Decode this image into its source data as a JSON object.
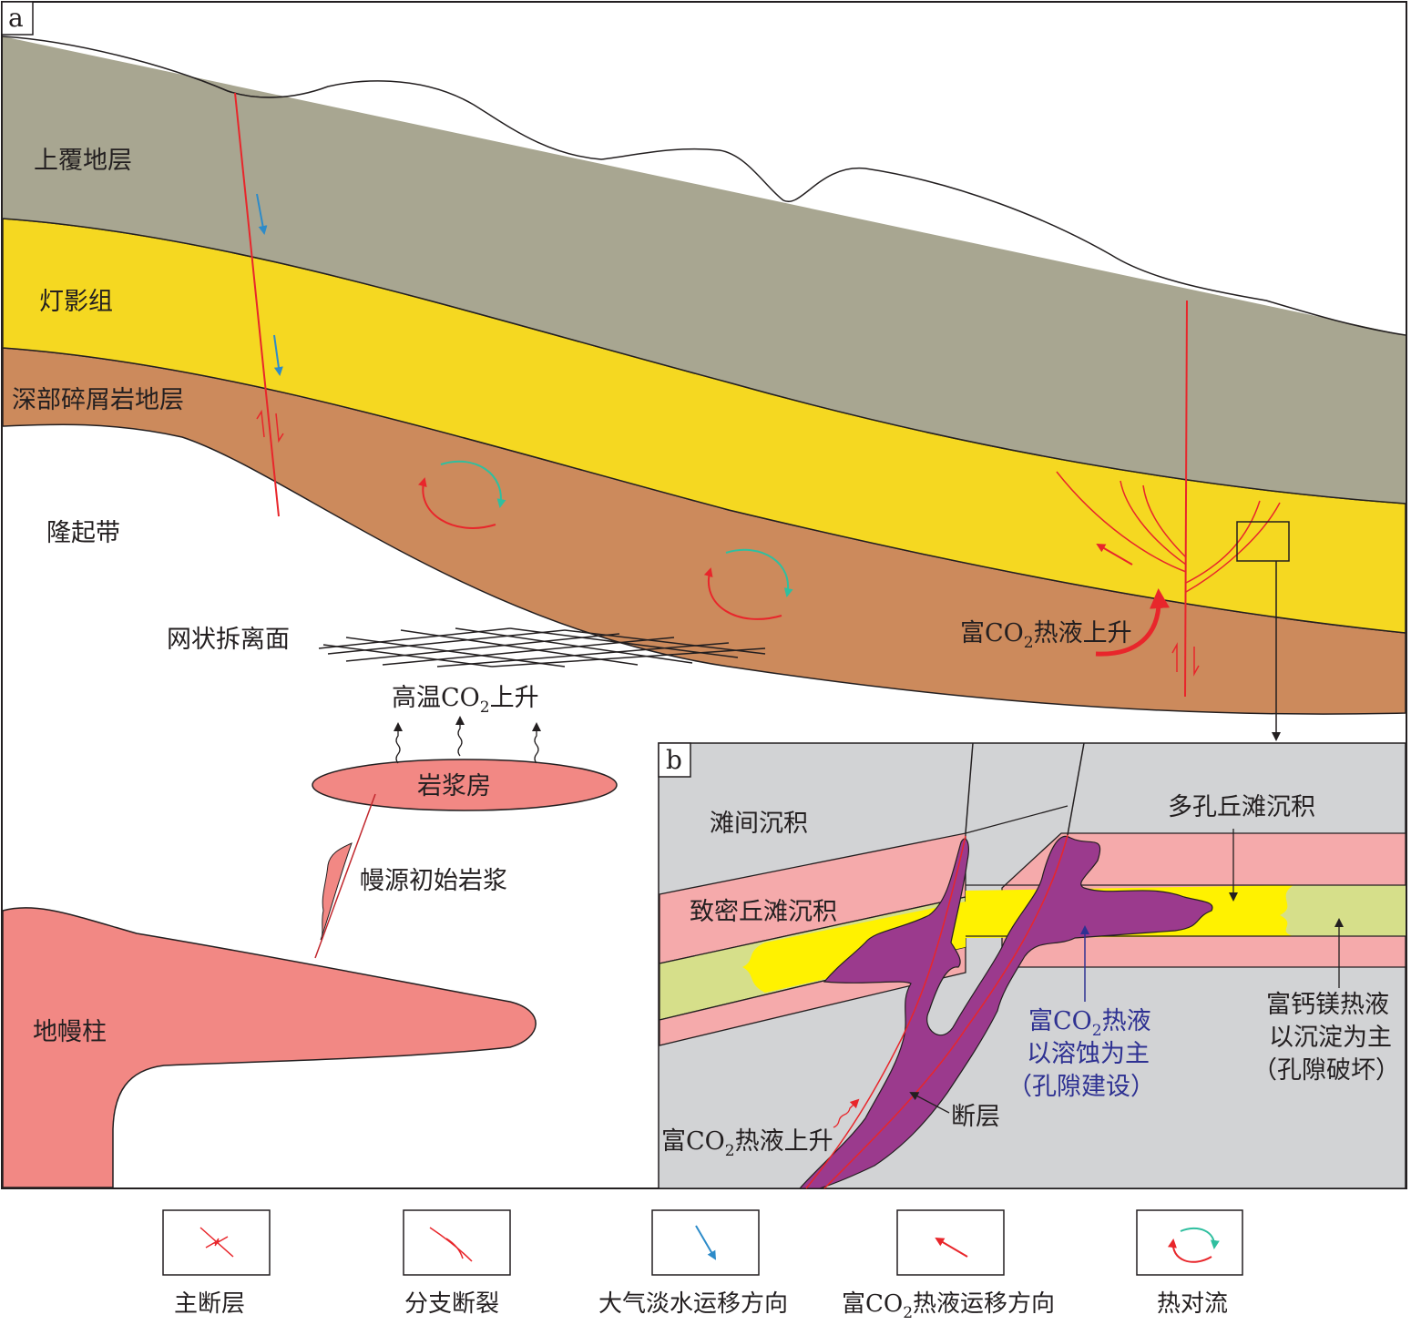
{
  "panel_a": {
    "tag": "a",
    "layers": {
      "overburden": "上覆地层",
      "dengying": "灯影组",
      "clastic": "深部碎屑岩地层",
      "uplift": "隆起带"
    },
    "detachment": "网状拆离面",
    "co2_rise_prefix": "高温CO",
    "co2_rise_sub": "2",
    "co2_rise_suffix": "上升",
    "magma_chamber": "岩浆房",
    "mantle_magma": "幔源初始岩浆",
    "mantle_plume": "地幔柱",
    "fluid_rise_prefix": "富CO",
    "fluid_rise_sub": "2",
    "fluid_rise_suffix": "热液上升"
  },
  "panel_b": {
    "tag": "b",
    "interbank": "滩间沉积",
    "porous_bank": "多孔丘滩沉积",
    "dense_bank": "致密丘滩沉积",
    "co2_fluid_line1_prefix": "富CO",
    "co2_fluid_line1_sub": "2",
    "co2_fluid_line1_suffix": "热液",
    "co2_fluid_line2": "以溶蚀为主",
    "co2_fluid_line3": "（孔隙建设）",
    "camg_line1": "富钙镁热液",
    "camg_line2": "以沉淀为主",
    "camg_line3": "（孔隙破坏）",
    "fault": "断层",
    "fluid_rise_prefix": "富CO",
    "fluid_rise_sub": "2",
    "fluid_rise_suffix": "热液上升"
  },
  "legend": {
    "main_fault": "主断层",
    "branch_fault": "分支断裂",
    "meteoric": "大气淡水运移方向",
    "co2_fluid_prefix": "富CO",
    "co2_fluid_sub": "2",
    "co2_fluid_suffix": "热液运移方向",
    "convection": "热对流"
  },
  "colors": {
    "overburden": "#a8a691",
    "dengying": "#f5d821",
    "clastic": "#cc8a5c",
    "magma": "#f28884",
    "fault_red": "#e8262b",
    "meteoric_blue": "#2d8bc9",
    "convection_green": "#2fbf9f",
    "fluid_purple": "#9b3a8d",
    "panel_b_bg": "#d2d3d5",
    "dense_pink": "#f5aaab",
    "porous_yellow": "#fff200",
    "camg_green": "#d6df8a"
  }
}
